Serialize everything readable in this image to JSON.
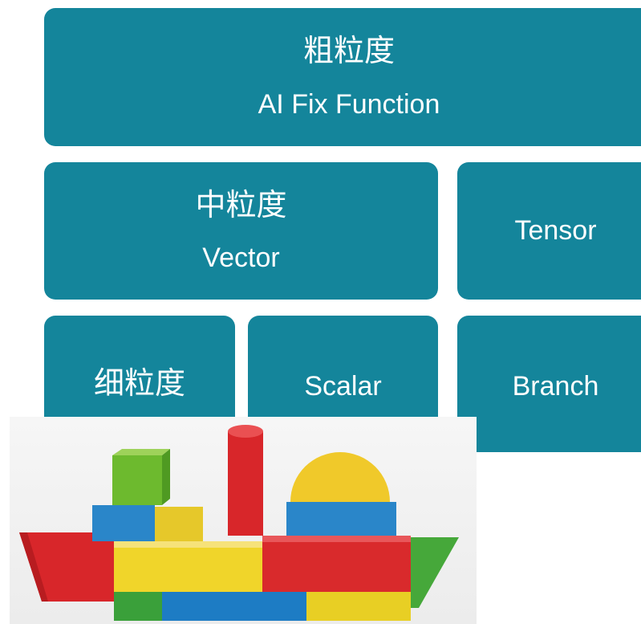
{
  "tiles": {
    "coarse": {
      "zh": "粗粒度",
      "en": "AI Fix Function"
    },
    "medium": {
      "zh": "中粒度",
      "en": "Vector"
    },
    "tensor": {
      "en": "Tensor"
    },
    "fine": {
      "zh": "细粒度"
    },
    "scalar": {
      "en": "Scalar"
    },
    "branch": {
      "en": "Branch"
    }
  },
  "colors": {
    "tile": "#14859b",
    "text": "#ffffff"
  },
  "image": {
    "subject": "toy-block-ship"
  }
}
